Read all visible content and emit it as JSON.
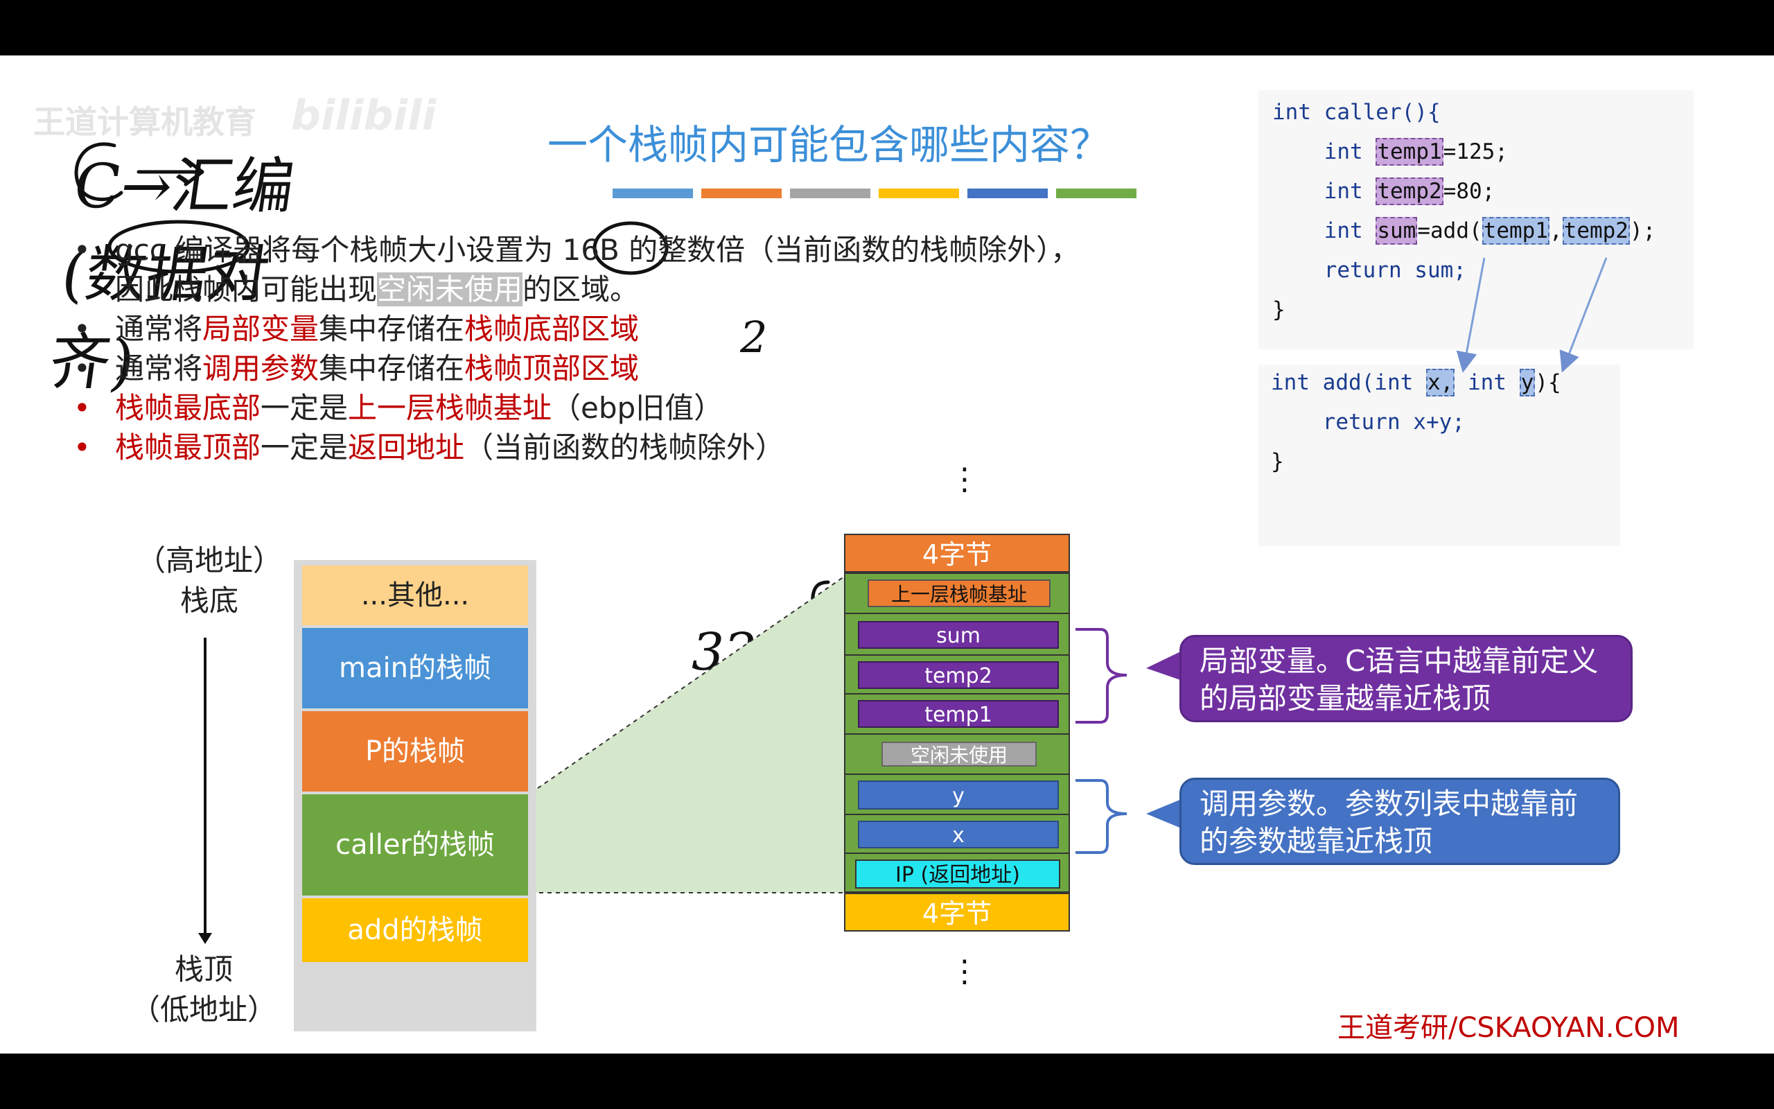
{
  "watermark": {
    "org": "王道计算机教育",
    "logo": "bilibili"
  },
  "handwriting": {
    "note": "C→汇编 (数据对齐)",
    "size": "32B",
    "two": "2"
  },
  "title": "一个栈帧内可能包含哪些内容？",
  "title_bar_colors": [
    "#5b9bd5",
    "#ed7d31",
    "#a5a5a5",
    "#ffc000",
    "#4472c4",
    "#70ad47"
  ],
  "bullets": [
    {
      "parts": [
        {
          "t": "gcc 编译器将每个栈帧大小设置为 16B 的整数倍（当前函数的栈帧除外），",
          "s": "n"
        }
      ],
      "color": "black"
    },
    {
      "parts": [
        {
          "t": "因此栈帧内可能出现",
          "s": "n"
        },
        {
          "t": "空闲未使用",
          "s": "g"
        },
        {
          "t": "的区域。",
          "s": "n"
        }
      ],
      "color": "none"
    },
    {
      "parts": [
        {
          "t": "通常将",
          "s": "n"
        },
        {
          "t": "局部变量",
          "s": "r"
        },
        {
          "t": "集中存储在",
          "s": "n"
        },
        {
          "t": "栈帧底部区域",
          "s": "r"
        }
      ],
      "color": "black"
    },
    {
      "parts": [
        {
          "t": "通常将",
          "s": "n"
        },
        {
          "t": "调用参数",
          "s": "r"
        },
        {
          "t": "集中存储在",
          "s": "n"
        },
        {
          "t": "栈帧顶部区域",
          "s": "r"
        }
      ],
      "color": "black"
    },
    {
      "parts": [
        {
          "t": "栈帧最底部",
          "s": "r"
        },
        {
          "t": "一定是",
          "s": "n"
        },
        {
          "t": "上一层栈帧基址",
          "s": "r"
        },
        {
          "t": "（ebp旧值）",
          "s": "n"
        }
      ],
      "color": "red"
    },
    {
      "parts": [
        {
          "t": "栈帧最顶部",
          "s": "r"
        },
        {
          "t": "一定是",
          "s": "n"
        },
        {
          "t": "返回地址",
          "s": "r"
        },
        {
          "t": "（当前函数的栈帧除外）",
          "s": "n"
        }
      ],
      "color": "red"
    }
  ],
  "code_caller": {
    "line1": "int caller(){",
    "l2_kw": "int",
    "l2_var": "temp1",
    "l2_rest": "=125;",
    "l3_kw": "int",
    "l3_var": "temp2",
    "l3_rest": "=80;",
    "l4_kw": "int",
    "l4_var": "sum",
    "l4_mid": "=add(",
    "l4_a1": "temp1",
    "l4_comma": ",",
    "l4_a2": "temp2",
    "l4_end": ");",
    "l5": "return sum;",
    "l6": "}"
  },
  "code_add": {
    "l1_a": "int add(int ",
    "l1_x": "x,",
    "l1_b": " int ",
    "l1_y": "y",
    "l1_c": "){",
    "l2": "return x+y;",
    "l3": "}"
  },
  "stack_left": {
    "high_label": "（高地址）",
    "bottom_label": "栈底",
    "top_label": "栈顶",
    "low_label": "（低地址）",
    "blocks": [
      {
        "label": "...其他...",
        "color": "#fdd28a"
      },
      {
        "label": "main的栈帧",
        "color": "#4b93d6"
      },
      {
        "label": "P的栈帧",
        "color": "#ed7d31"
      },
      {
        "label": "caller的栈帧",
        "color": "#6ea741"
      },
      {
        "label": "add的栈帧",
        "color": "#ffc000"
      }
    ]
  },
  "stack_right": {
    "ellipsis": "⋮",
    "top_4": "4字节",
    "ebp": "上一层栈帧基址",
    "sum": "sum",
    "temp2": "temp2",
    "temp1": "temp1",
    "unused": "空闲未使用",
    "y": "y",
    "x": "x",
    "ip": "IP (返回地址)",
    "bottom_4": "4字节"
  },
  "callouts": {
    "local": "局部变量。C语言中越靠前定义的局部变量越靠近栈顶",
    "params": "调用参数。参数列表中越靠前的参数越靠近栈顶"
  },
  "footer": "王道考研/CSKAOYAN.COM"
}
